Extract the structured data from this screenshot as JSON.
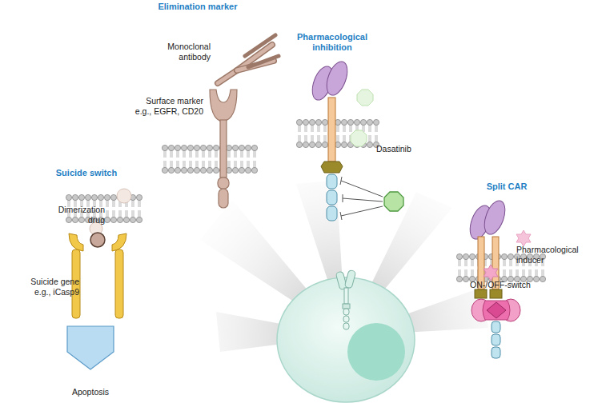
{
  "diagram": {
    "labels": [
      "Elimination marker",
      "Monoclonal antibody",
      "Pharmacological inhibition",
      "Surface marker e.g., EGFR, CD20",
      "Dasatinib",
      "Suicide switch",
      "Split CAR",
      "Dimerization drug",
      "Pharmacological inducer",
      "ON-/OFF-switch",
      "Suicide gene e.g., iCasp9",
      "Apoptosis"
    ]
  }
}
